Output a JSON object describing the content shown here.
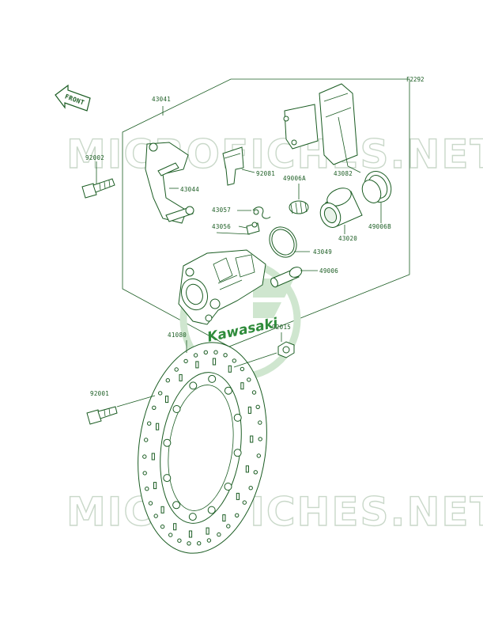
{
  "figure_code": "F2292",
  "front_label": "FRONT",
  "watermark": {
    "text": "MICROFICHES.NET"
  },
  "logo": {
    "text": "Kawasaki",
    "color": "#2e8b3a"
  },
  "colors": {
    "line": "#1a5c22",
    "watermark": "#c9d8c9"
  },
  "parts": [
    {
      "number": "43041"
    },
    {
      "number": "92002"
    },
    {
      "number": "43044"
    },
    {
      "number": "92081"
    },
    {
      "number": "43082"
    },
    {
      "number": "49006A"
    },
    {
      "number": "43057"
    },
    {
      "number": "43056"
    },
    {
      "number": "43020"
    },
    {
      "number": "49006B"
    },
    {
      "number": "43049"
    },
    {
      "number": "49006"
    },
    {
      "number": "92015"
    },
    {
      "number": "41080"
    },
    {
      "number": "92001"
    }
  ]
}
